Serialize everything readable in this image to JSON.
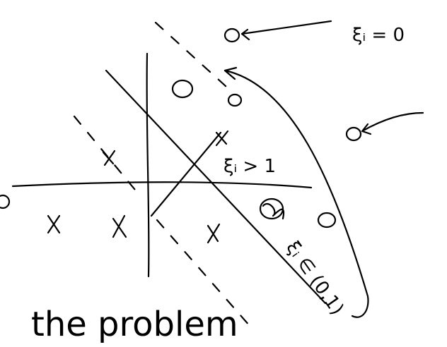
{
  "slide": {
    "partial_text": "the problem"
  },
  "annotations": {
    "xi_zero": "ξᵢ = 0",
    "xi_greater_one": "ξᵢ > 1",
    "xi_between": "ξᵢ ∈ (0,1)"
  },
  "markers": {
    "circle": "o",
    "cross": "x"
  },
  "colors": {
    "ink": "#000000",
    "background": "#ffffff"
  }
}
